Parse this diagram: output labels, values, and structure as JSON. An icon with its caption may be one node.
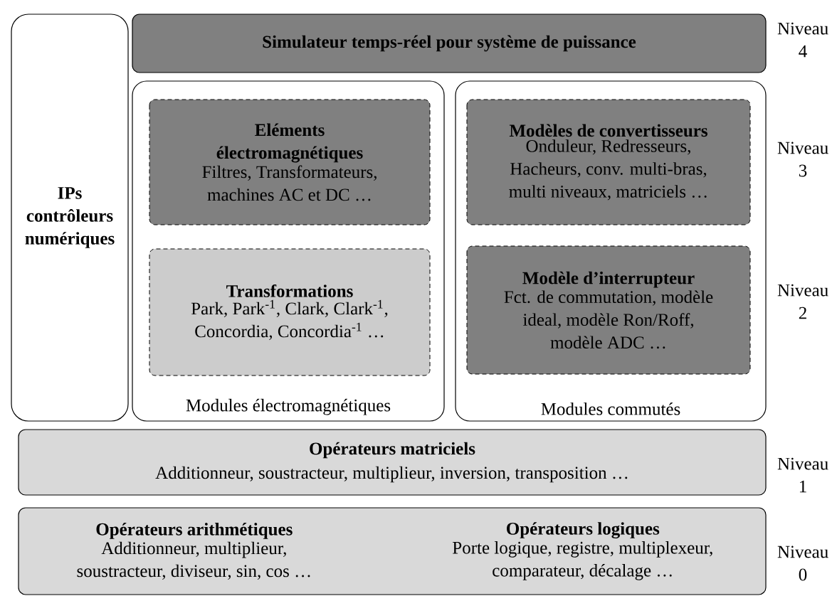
{
  "diagram": {
    "nodes": [
      {
        "text": [
          "IPs contrôleurs numériques"
        ]
      },
      {
        "text": [
          "Simulateur temps-réel pour système de puissance"
        ]
      },
      {
        "text": [
          "Modules électromagnétiques"
        ]
      },
      {
        "text": [
          "Eléments électromagnétiques",
          "Filtres, Transformateurs, machines AC et DC …"
        ],
        "in": 2
      },
      {
        "text": [
          "Transformations",
          "Park, Park$^{-1}$, Clark, Clark$^{-1}$, Concordia, Concordia$^{-1}$ …"
        ],
        "in": 2
      },
      {
        "text": [
          "Modules commutés"
        ]
      },
      {
        "text": [
          "Modèles de convertisseurs",
          "Onduleur, Redresseurs, Hacheurs, conv. multi-bras, multi niveaux, matriciels …"
        ],
        "in": 5
      },
      {
        "text": [
          "Modèle d’interrupteur",
          "Fct. de commutation, modèle ideal, modèle Ron/Roff, modèle ADC …"
        ],
        "in": 5
      },
      {
        "text": [
          "Opérateurs matriciels",
          "Additionneur, soustracteur, multiplieur, inversion, transposition …"
        ]
      },
      {
        "text": [
          "Opérateurs arithmétiques",
          "Additionneur, multiplieur, soustracteur, diviseur, sin, cos …",
          "Opérateurs logiques",
          "Porte logique, registre, multiplexeur, comparateur, décalage …"
        ]
      }
    ],
    "labels": [
      "Niveau 4",
      "Niveau 3",
      "Niveau 2",
      "Niveau 1",
      "Niveau 0"
    ]
  }
}
